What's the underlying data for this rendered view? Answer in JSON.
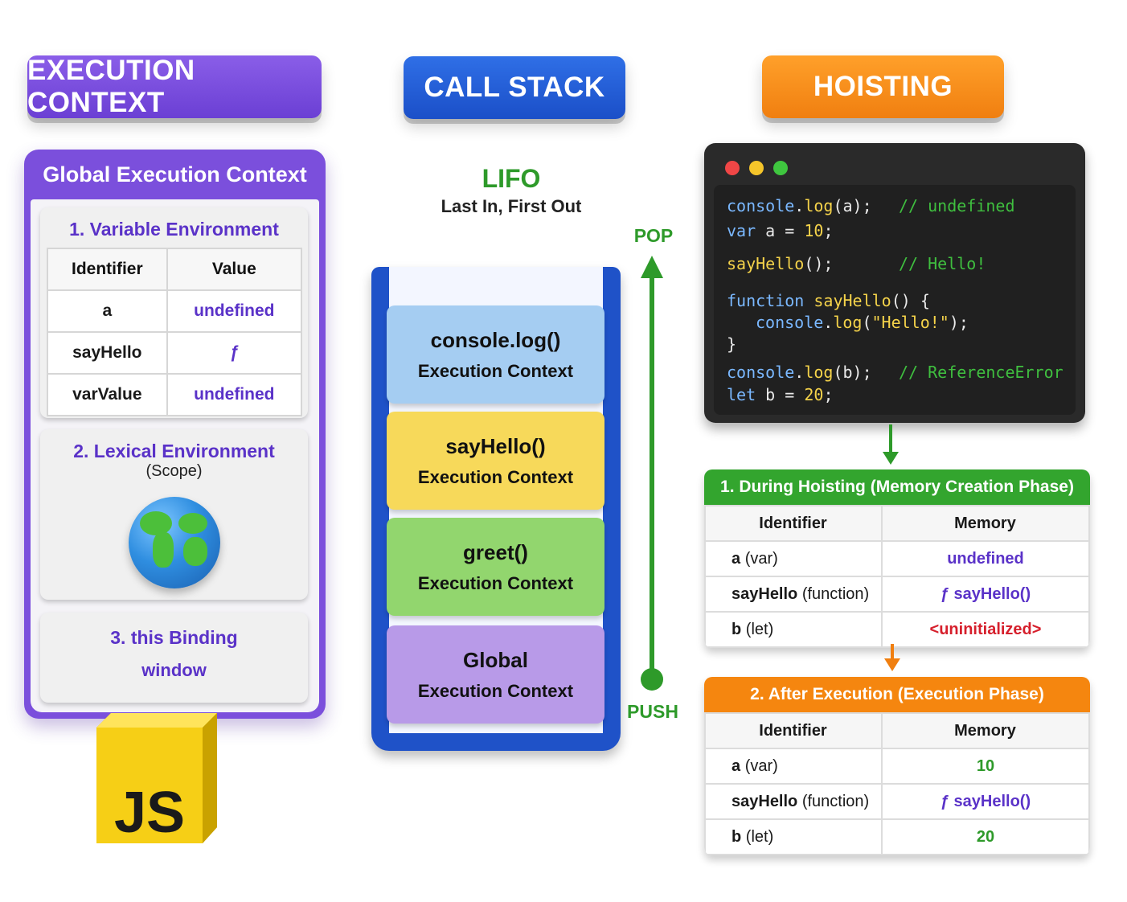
{
  "headers": {
    "execution_context": "EXECUTION CONTEXT",
    "call_stack": "CALL STACK",
    "hoisting": "HOISTING"
  },
  "global_context": {
    "title": "Global Execution Context",
    "variable_environment": {
      "title": "1. Variable Environment",
      "columns": [
        "Identifier",
        "Value"
      ],
      "rows": [
        {
          "identifier": "a",
          "value": "undefined"
        },
        {
          "identifier": "sayHello",
          "value": "ƒ"
        },
        {
          "identifier": "varValue",
          "value": "undefined"
        }
      ]
    },
    "lexical_environment": {
      "title": "2. Lexical Environment",
      "subtitle": "(Scope)"
    },
    "this_binding": {
      "title": "3. this Binding",
      "value": "window"
    },
    "logo_text": "JS"
  },
  "call_stack": {
    "lifo": "LIFO",
    "lifo_sub": "Last In, First Out",
    "pop": "POP",
    "push": "PUSH",
    "frames": [
      {
        "name": "console.log()",
        "label": "Execution Context",
        "color": "#a5cdf2"
      },
      {
        "name": "sayHello()",
        "label": "Execution Context",
        "color": "#f7d95a"
      },
      {
        "name": "greet()",
        "label": "Execution Context",
        "color": "#92d66e"
      },
      {
        "name": "Global",
        "label": "Execution Context",
        "color": "#b89ae8"
      }
    ]
  },
  "hoisting": {
    "code": {
      "l1a": "console",
      "l1b": ".",
      "l1c": "log",
      "l1d": "(a);",
      "l1e": "// undefined",
      "l2a": "var",
      "l2b": " a = ",
      "l2c": "10",
      "l2d": ";",
      "l3a": "sayHello",
      "l3b": "();",
      "l3c": "// Hello!",
      "l4a": "function",
      "l4b": "sayHello",
      "l4c": "() {",
      "l5a": "console",
      "l5b": ".",
      "l5c": "log",
      "l5d": "(",
      "l5e": "\"Hello!\"",
      "l5f": ");",
      "l6": "}",
      "l7a": "console",
      "l7b": ".",
      "l7c": "log",
      "l7d": "(b);",
      "l7e": "// ReferenceError",
      "l8a": "let",
      "l8b": " b = ",
      "l8c": "20",
      "l8d": ";"
    },
    "phase1": {
      "title": "1. During Hoisting (Memory Creation Phase)",
      "columns": [
        "Identifier",
        "Memory"
      ],
      "rows": [
        {
          "name": "a",
          "kind": "(var)",
          "memory": "undefined",
          "color": "#5a32c8"
        },
        {
          "name": "sayHello",
          "kind": "(function)",
          "memory": "ƒ sayHello()",
          "color": "#5a32c8"
        },
        {
          "name": "b",
          "kind": "(let)",
          "memory": "<uninitialized>",
          "color": "#d61f2c"
        }
      ]
    },
    "phase2": {
      "title": "2. After Execution (Execution Phase)",
      "columns": [
        "Identifier",
        "Memory"
      ],
      "rows": [
        {
          "name": "a",
          "kind": "(var)",
          "memory": "10",
          "color": "#2e9a2a"
        },
        {
          "name": "sayHello",
          "kind": "(function)",
          "memory": "ƒ sayHello()",
          "color": "#5a32c8"
        },
        {
          "name": "b",
          "kind": "(let)",
          "memory": "20",
          "color": "#2e9a2a"
        }
      ]
    }
  }
}
